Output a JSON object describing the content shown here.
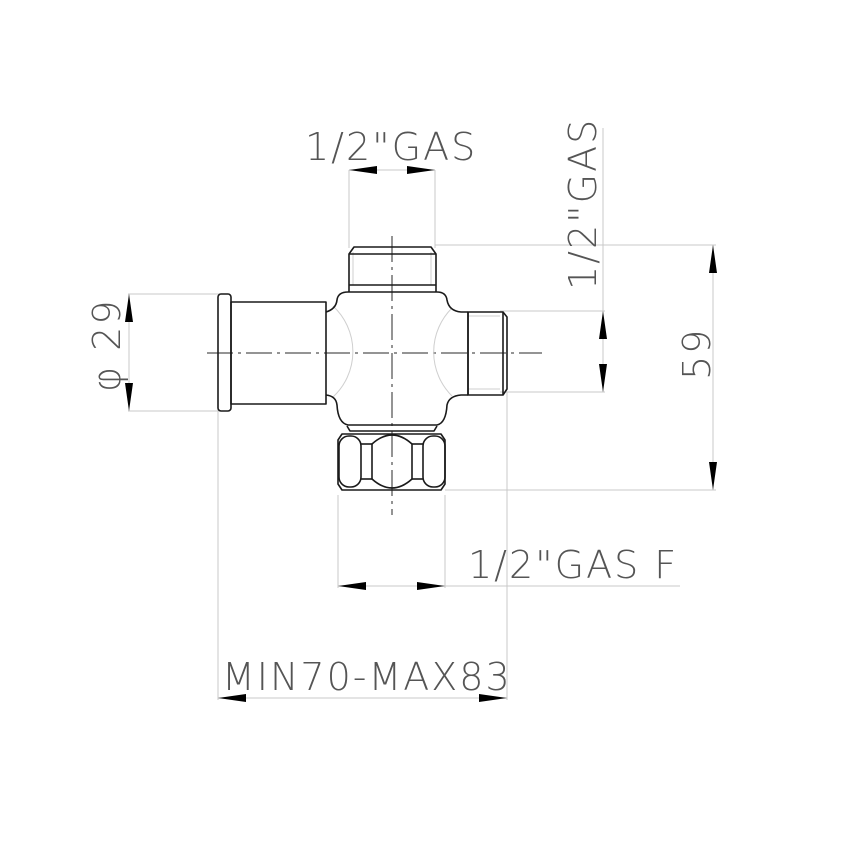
{
  "drawing": {
    "title": "Valve fitting technical drawing",
    "dimensions": {
      "top_width": "1/2\"GAS",
      "right_thread": "1/2\"GAS",
      "diameter": "φ 29",
      "height": "59",
      "bottom_thread": "1/2\"GAS F",
      "overall_length": "MIN70-MAX83"
    }
  },
  "colors": {
    "object_line": "#1a1a1a",
    "dimension_line": "#c8c8c8",
    "text": "#555555",
    "arrow": "#000000"
  }
}
